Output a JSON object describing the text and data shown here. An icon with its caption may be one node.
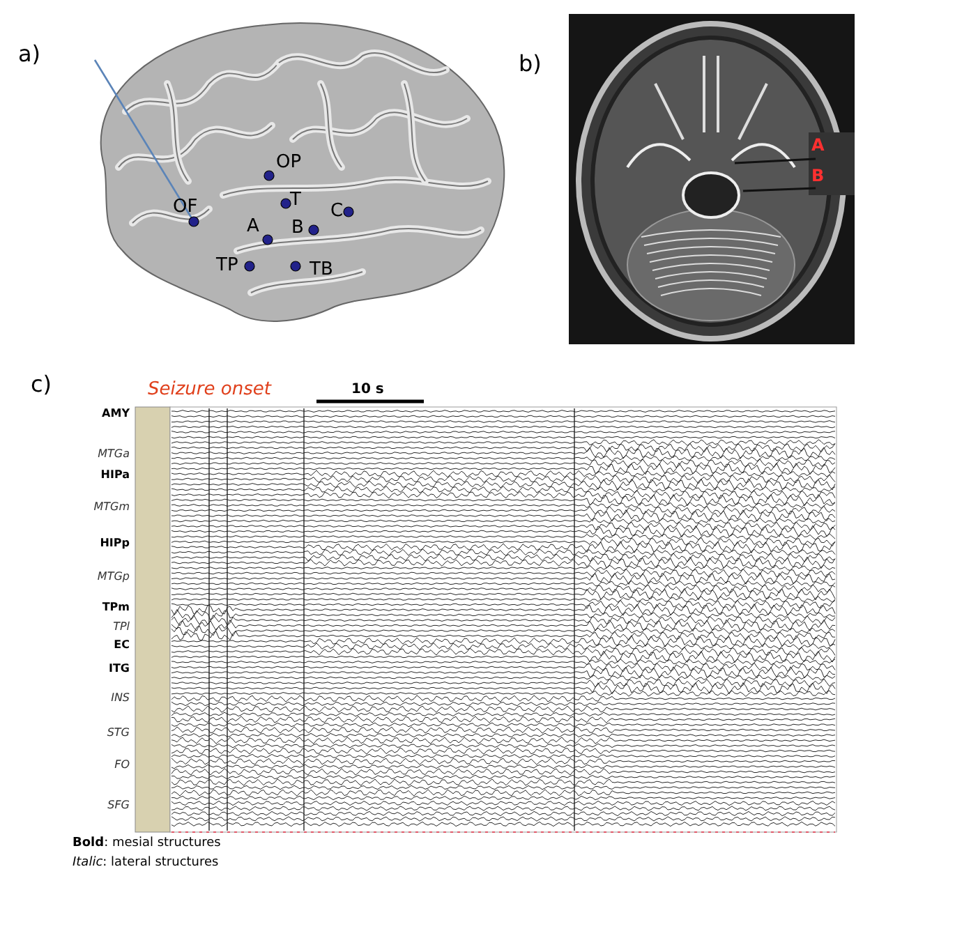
{
  "diagram": {
    "labels": [
      "a)",
      "OP",
      "T",
      "OF",
      "C",
      "A",
      "B",
      "TP",
      "TB",
      "b)",
      "A",
      "B",
      "c)",
      "Seizure onset",
      "10 s",
      "AMY",
      "MTGa",
      "HIPa",
      "MTGm",
      "HIPp",
      "MTGp",
      "TPm",
      "TPl",
      "EC",
      "ITG",
      "INS",
      "STG",
      "FO",
      "SFG",
      "**Bold**: mesial structures",
      "*Italic*: lateral structures"
    ]
  }
}
